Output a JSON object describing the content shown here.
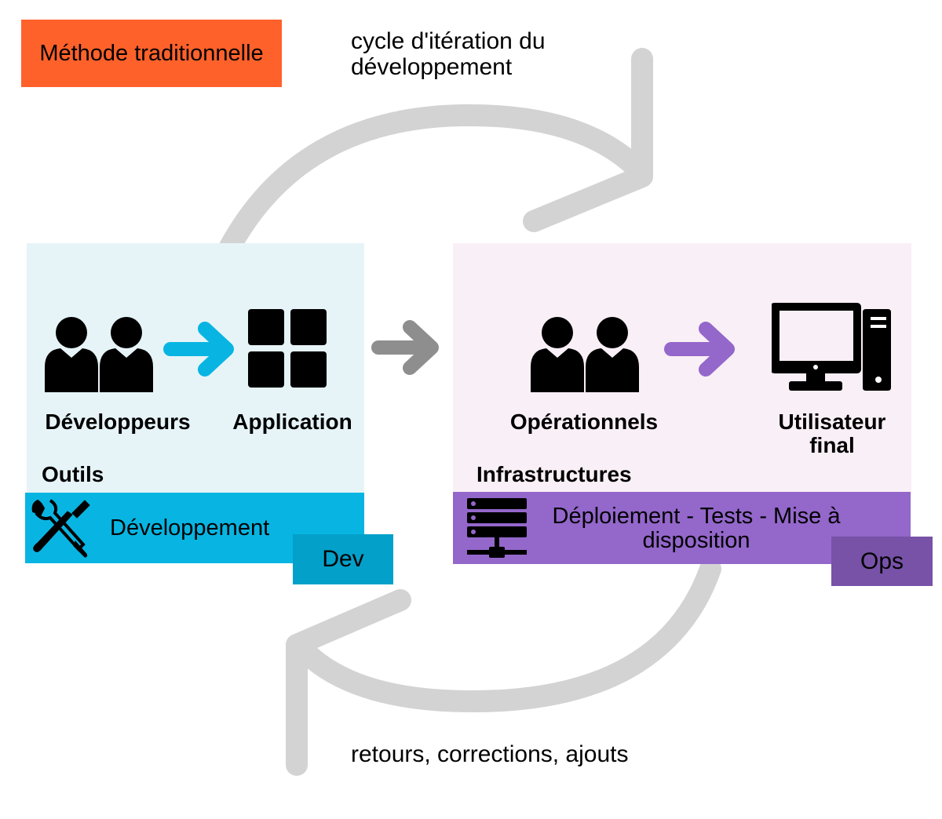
{
  "title": "Méthode traditionnelle",
  "cycle": {
    "top_label": "cycle d'itération du développement",
    "bottom_label": "retours, corrections, ajouts"
  },
  "dev": {
    "actor_label": "Développeurs",
    "product_label": "Application",
    "tools_label": "Outils",
    "bar_label": "Développement",
    "tag": "Dev"
  },
  "ops": {
    "actor_label": "Opérationnels",
    "target_label": "Utilisateur final",
    "infra_label": "Infrastructures",
    "bar_label": "Déploiement - Tests - Mise à disposition",
    "tag": "Ops"
  },
  "colors": {
    "title_badge": "#ff612b",
    "dev_panel": "#e6f4f8",
    "dev_bar": "#08b5e2",
    "dev_tag": "#03a0c9",
    "ops_panel": "#f9eff6",
    "ops_bar": "#9467cb",
    "ops_tag": "#7752a7",
    "cycle_arrow": "#d3d3d3",
    "handoff_arrow": "#8e8e8e"
  },
  "icons": [
    "people-icon",
    "arrow-right-icon",
    "app-grid-icon",
    "desktop-computer-icon",
    "tools-icon",
    "server-icon"
  ]
}
